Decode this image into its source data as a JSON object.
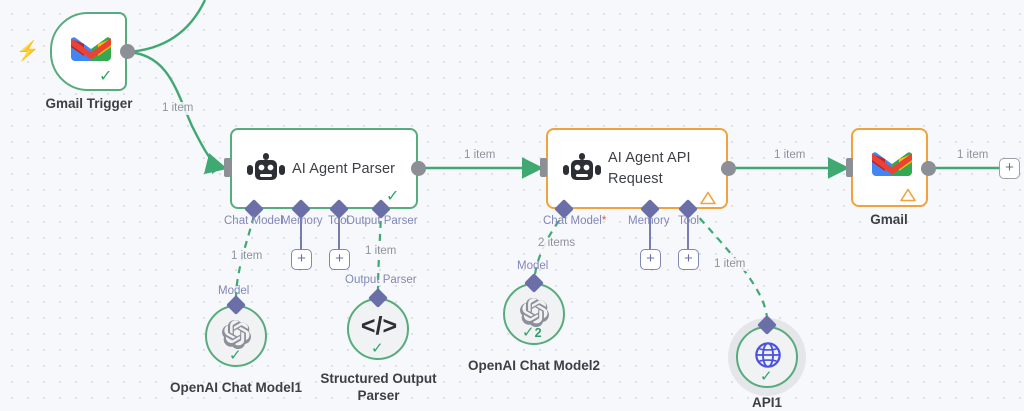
{
  "canvas": {
    "background_color": "#f7f8fb",
    "dot_color": "#dcdfe8"
  },
  "colors": {
    "success_green": "#57ab7d",
    "edge_green": "#3fa971",
    "warn_orange": "#f0a23c",
    "sub_purple": "#6a6fa8",
    "sub_label_purple": "#8287b8",
    "required_red": "#e8503a",
    "port_grey": "#8c8f96"
  },
  "nodes": {
    "gmail_trigger": {
      "caption": "Gmail Trigger",
      "icon": "gmail-icon",
      "badge": "lightning-bolt-icon",
      "status": "success",
      "status_glyph": "✓"
    },
    "ai_agent_parser": {
      "title": "AI Agent Parser",
      "icon": "robot-icon",
      "status": "success",
      "status_glyph": "✓",
      "sub_connectors": [
        {
          "label": "Chat Model",
          "required": false
        },
        {
          "label": "Memory",
          "required": false
        },
        {
          "label": "Tool",
          "required": false
        },
        {
          "label": "Output Parser",
          "required": false
        }
      ]
    },
    "ai_agent_api_request": {
      "title_line1": "AI Agent API",
      "title_line2": "Request",
      "icon": "robot-icon",
      "status": "warning",
      "status_glyph": "⚠",
      "sub_connectors": [
        {
          "label": "Chat Model",
          "required": true,
          "required_mark": "*"
        },
        {
          "label": "Memory",
          "required": false
        },
        {
          "label": "Tool",
          "required": false
        }
      ]
    },
    "gmail": {
      "caption": "Gmail",
      "icon": "gmail-icon",
      "status": "warning",
      "status_glyph": "⚠"
    },
    "openai_chat_model1": {
      "caption": "OpenAI Chat Model1",
      "icon": "openai-icon",
      "connector_label": "Model",
      "status_glyph": "✓",
      "run_count": ""
    },
    "structured_output_parser": {
      "caption_line1": "Structured Output",
      "caption_line2": "Parser",
      "icon": "code-icon",
      "icon_glyph": "</>",
      "connector_label": "Output Parser",
      "status_glyph": "✓",
      "run_count": ""
    },
    "openai_chat_model2": {
      "caption": "OpenAI Chat Model2",
      "icon": "openai-icon",
      "connector_label": "Model",
      "status_glyph": "✓",
      "run_count": "2"
    },
    "api1": {
      "caption": "API1",
      "icon": "globe-icon",
      "connector_label": "",
      "status_glyph": "✓",
      "selected": true
    }
  },
  "edges": {
    "trigger_to_parser": "1 item",
    "parser_to_api_request": "1 item",
    "api_request_to_gmail": "1 item",
    "gmail_to_add": "1 item",
    "model1_to_parser": "1 item",
    "output_parser_to_parser": "1 item",
    "model2_to_api_request": "2 items",
    "api1_to_api_request": "1 item"
  },
  "buttons": {
    "add_memory_parser": "+",
    "add_tool_parser": "+",
    "add_memory_api": "+",
    "add_tool_api": "+",
    "add_next_node": "+"
  }
}
